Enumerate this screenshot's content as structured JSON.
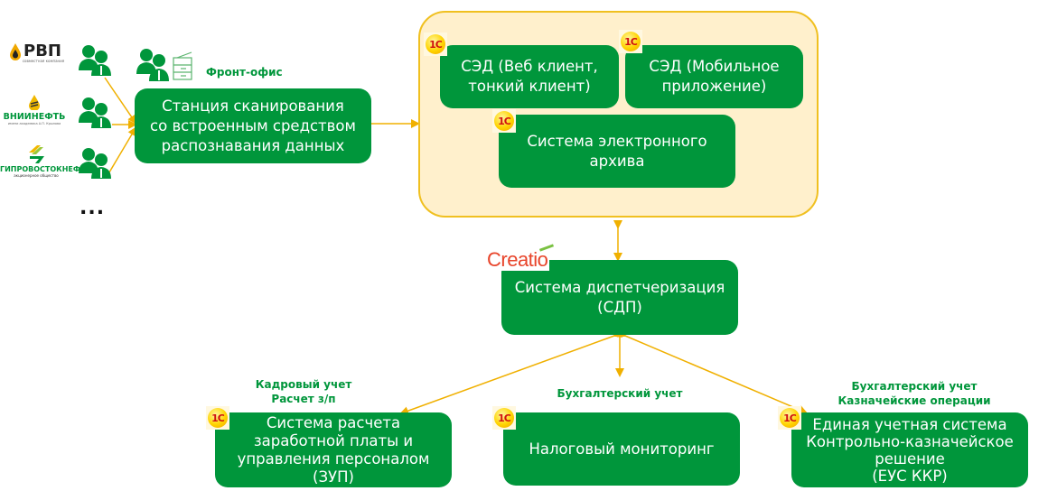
{
  "colors": {
    "box_green": "#00963b",
    "label_green": "#00963b",
    "arrow_orange": "#f0b000",
    "container_fill": "#fff0cc",
    "container_border": "#f0c020",
    "creatio_red": "#e8442a"
  },
  "organizations": [
    {
      "name": "РВП",
      "subtitle": "совместная компания"
    },
    {
      "name": "ВНИИНЕФТЬ",
      "subtitle": "имени академика А.П. Крылова"
    },
    {
      "name": "ГИПРОВОСТОКНЕФТЬ",
      "subtitle": "акционерное общество"
    }
  ],
  "more_indicator": "...",
  "front_office": {
    "label": "Фронт-офис",
    "box": "Станция сканирования\nсо встроенным средством\nраспознавания данных"
  },
  "edms_group": {
    "boxes": [
      {
        "text": "СЭД (Веб клиент,\nтонкий клиент)",
        "vendor": "1С"
      },
      {
        "text": "СЭД (Мобильное\nприложение)",
        "vendor": "1С"
      },
      {
        "text": "Система электронного\nархива",
        "vendor": "1С"
      }
    ]
  },
  "dispatch": {
    "vendor": "Creatio",
    "text": "Система диспетчеризация\n(СДП)"
  },
  "bottom": [
    {
      "label": "Кадровый учет\nРасчет з/п",
      "text": "Система расчета\nзаработной платы и\nуправления персоналом\n(ЗУП)",
      "vendor": "1С"
    },
    {
      "label": "Бухгалтерский учет",
      "text": "Налоговый мониторинг",
      "vendor": "1С"
    },
    {
      "label": "Бухгалтерский учет\nКазначейские операции",
      "text": "Единая учетная система\nКонтрольно-казначейское\nрешение\n(ЕУС ККР)",
      "vendor": "1С"
    }
  ]
}
